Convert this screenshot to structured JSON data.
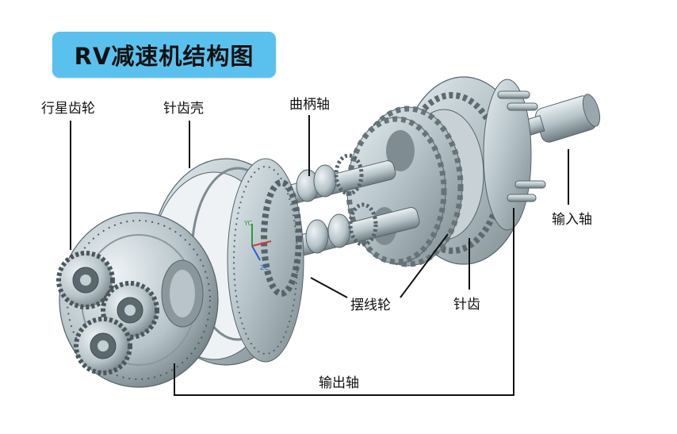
{
  "title": "RV减速机结构图",
  "labels": {
    "planet_gear": "行星齿轮",
    "pin_housing": "针齿壳",
    "crankshaft": "曲柄轴",
    "input_shaft": "输入轴",
    "cycloid_wheel": "摆线轮",
    "pin_tooth": "针齿",
    "output_shaft": "输出轴"
  },
  "axis_labels": {
    "y": "YC",
    "z": "ZC"
  },
  "colors": {
    "title_bg": "#5ac1ee",
    "metal": "#b9c6cc",
    "metal_dark": "#6c7a80",
    "line": "#111111"
  }
}
